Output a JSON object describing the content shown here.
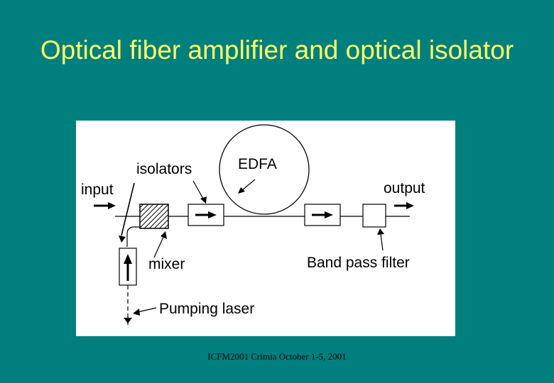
{
  "slide": {
    "title": "Optical fiber amplifier and optical isolator",
    "footer": "ICFM2001 Crimia October 1-5, 2001"
  },
  "diagram": {
    "labels": {
      "input": "input",
      "isolators": "isolators",
      "edfa": "EDFA",
      "output": "output",
      "mixer": "mixer",
      "band_pass_filter": "Band pass filter",
      "pumping_laser": "Pumping laser"
    }
  },
  "colors": {
    "background": "#007f7f",
    "title": "#ffff66",
    "panel": "#ffffff"
  }
}
